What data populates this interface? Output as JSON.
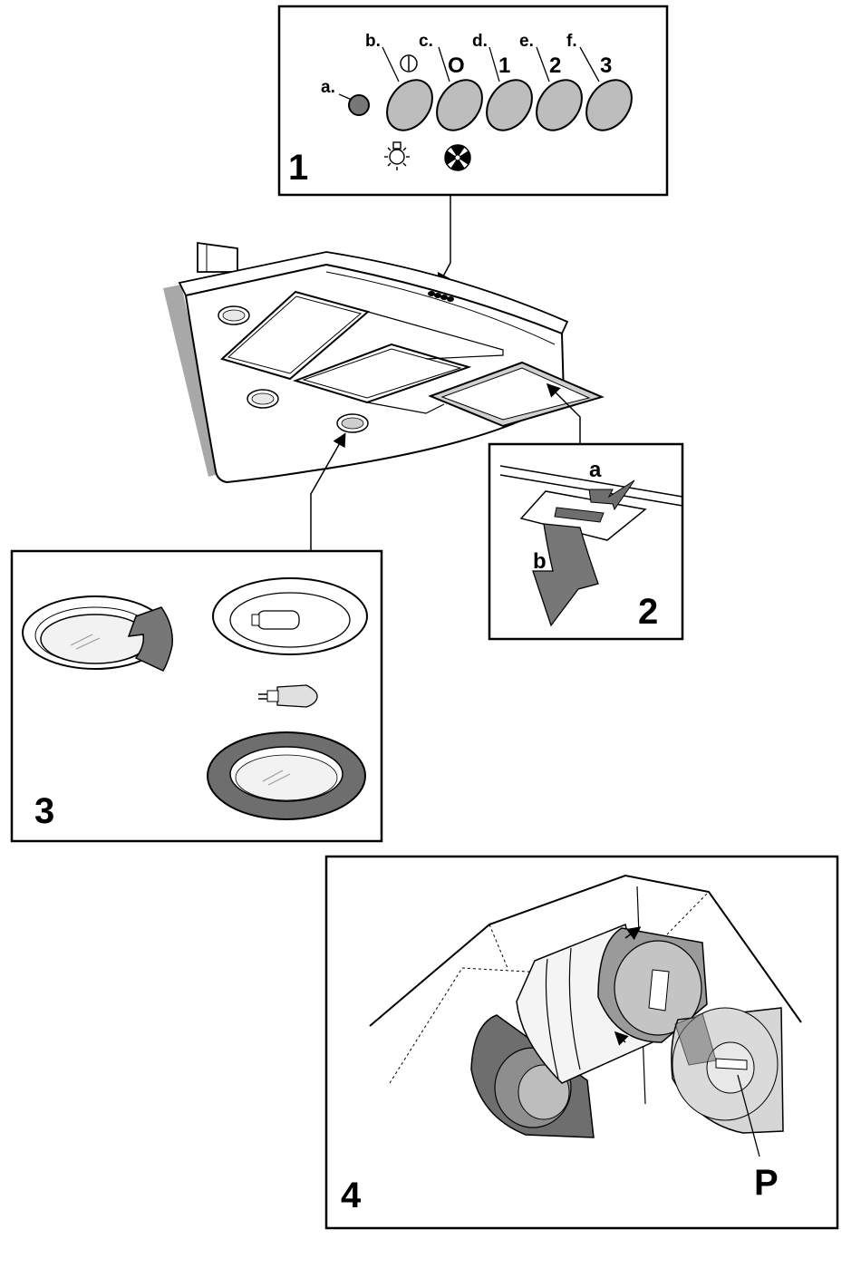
{
  "panel1": {
    "number": "1",
    "labels": {
      "a": "a.",
      "b": "b.",
      "c": "c.",
      "d": "d.",
      "e": "e.",
      "f": "f."
    },
    "button_symbols": {
      "c": "O",
      "d": "1",
      "e": "2",
      "f": "3"
    },
    "icons": [
      "power-icon",
      "lamp-icon",
      "fan-icon"
    ]
  },
  "panel2": {
    "number": "2",
    "label_a": "a",
    "label_b": "b"
  },
  "panel3": {
    "number": "3"
  },
  "panel4": {
    "number": "4",
    "label_p": "P"
  },
  "colors": {
    "button_fill": "#b8b8b8",
    "dark_fill": "#6e6e6e",
    "line": "#000000",
    "shadow": "#a8a8a8"
  }
}
